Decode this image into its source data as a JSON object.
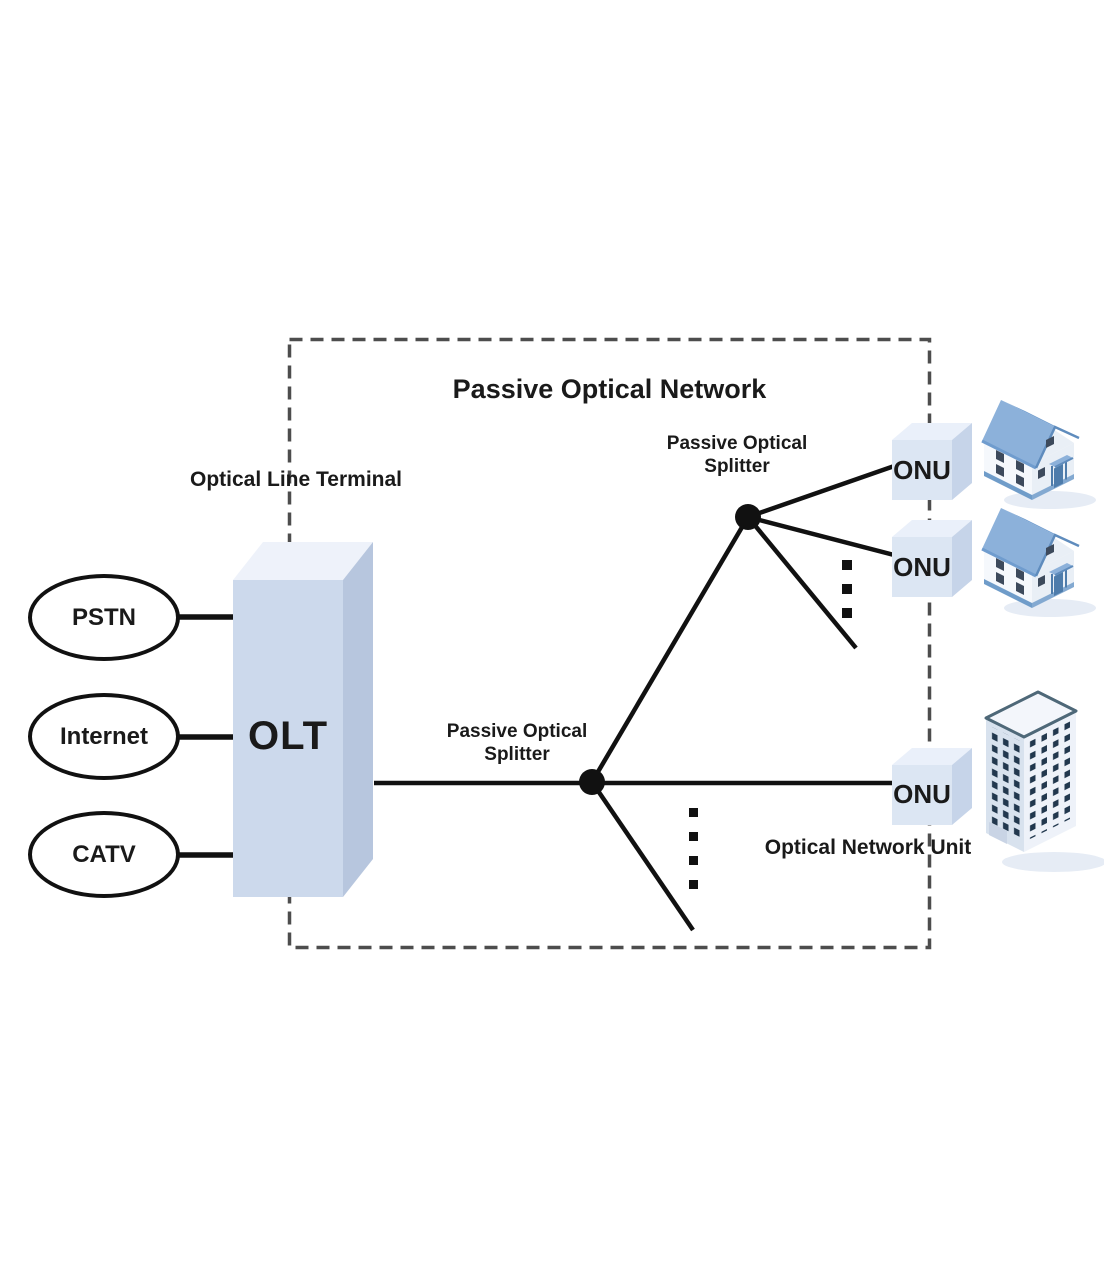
{
  "title": "Passive Optical Network",
  "olt": {
    "caption": "Optical Line Terminal",
    "label": "OLT"
  },
  "sources": {
    "pstn": "PSTN",
    "internet": "Internet",
    "catv": "CATV"
  },
  "splitter_top": {
    "line1": "Passive Optical",
    "line2": "Splitter"
  },
  "splitter_mid": {
    "line1": "Passive Optical",
    "line2": "Splitter"
  },
  "onu": {
    "label1": "ONU",
    "label2": "ONU",
    "label3": "ONU",
    "caption": "Optical Network Unit"
  },
  "colors": {
    "line": "#111111",
    "border_dash": "#4d4d4d",
    "olt_front": "#ccd9ec",
    "olt_top": "#eef2fa",
    "olt_side": "#b7c6de",
    "onu_front": "#dce6f3",
    "onu_top": "#eaf0fa",
    "onu_side": "#c6d4e9",
    "house_wall_left": "#f5f8fc",
    "house_wall_right": "#e9eff6",
    "roof_light": "#8cb1da",
    "roof_dark": "#6f9cce",
    "roof_edge": "#5f8cbd",
    "house_base": "#6f9cc9",
    "house_base_right": "#83a9d1",
    "house_window": "#3d4a5c",
    "house_door": "#4e7cab",
    "bld_left": "#d8e2ee",
    "bld_right": "#eef2f9",
    "bld_top": "#f3f6fb",
    "bld_trim": "#4e6878",
    "bld_window": "#22384e",
    "bld_entrance": "#c9d4e5",
    "shadow": "#e6ecf5"
  }
}
